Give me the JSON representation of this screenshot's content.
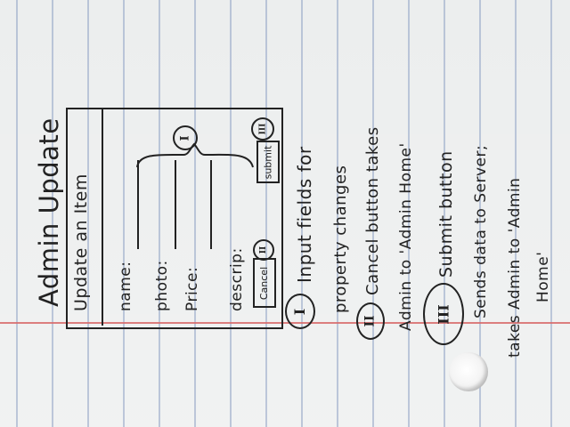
{
  "page_title": "Admin Update",
  "frame": {
    "heading": "Update an Item",
    "fields": [
      {
        "label": "name:"
      },
      {
        "label": "photo:"
      },
      {
        "label": "Price:"
      },
      {
        "label": "descrip:"
      }
    ],
    "input_group_marker": "I",
    "cancel_button": {
      "label": "Cancel",
      "marker": "II"
    },
    "submit_button": {
      "label": "submit",
      "marker": "III"
    }
  },
  "notes": [
    {
      "marker": "I",
      "text_line1": "Input fields for",
      "text_line2": "property changes"
    },
    {
      "marker": "II",
      "text_line1": "Cancel button takes",
      "text_line2": "Admin to 'Admin Home'"
    },
    {
      "marker": "III",
      "text_line1": "Submit button",
      "text_line2": "Sends data to Server;",
      "text_line3": "takes Admin to 'Admin",
      "text_line4": "Home'"
    }
  ]
}
